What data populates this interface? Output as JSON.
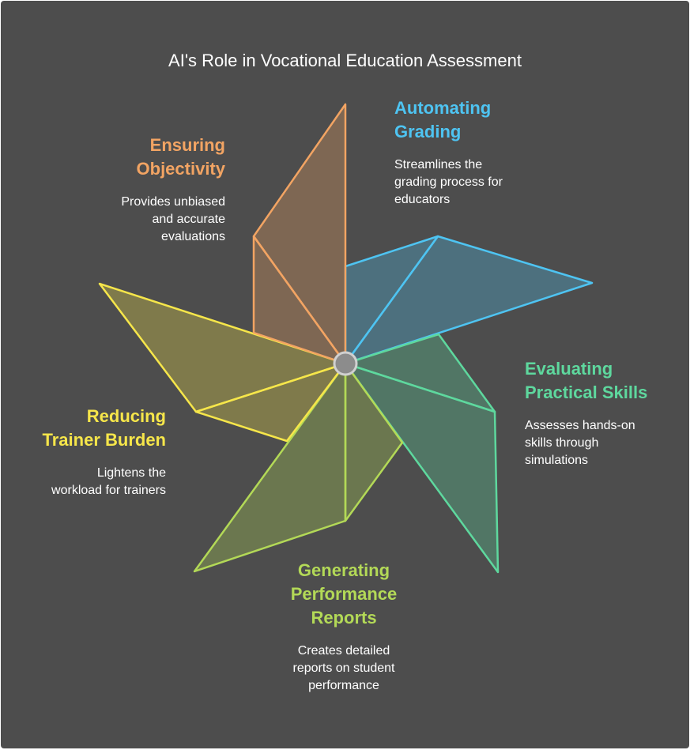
{
  "title": "AI's Role in Vocational Education Assessment",
  "colors": {
    "background": "#4d4d4d",
    "grading": "#4ec4f2",
    "practical": "#5ed89e",
    "reports": "#b3d957",
    "trainer": "#f6e64a",
    "objectivity": "#f2a463",
    "hub": "#8c8c8c"
  },
  "items": {
    "grading": {
      "heading": [
        "Automating",
        "Grading"
      ],
      "description": [
        "Streamlines the",
        "grading process for",
        "educators"
      ]
    },
    "objectivity": {
      "heading": [
        "Ensuring",
        "Objectivity"
      ],
      "description": [
        "Provides unbiased",
        "and accurate",
        "evaluations"
      ]
    },
    "practical": {
      "heading": [
        "Evaluating",
        "Practical Skills"
      ],
      "description": [
        "Assesses hands-on",
        "skills through",
        "simulations"
      ]
    },
    "trainer": {
      "heading": [
        "Reducing",
        "Trainer Burden"
      ],
      "description": [
        "Lightens the",
        "workload for trainers"
      ]
    },
    "reports": {
      "heading": [
        "Generating",
        "Performance",
        "Reports"
      ],
      "description": [
        "Creates detailed",
        "reports on student",
        "performance"
      ]
    }
  }
}
